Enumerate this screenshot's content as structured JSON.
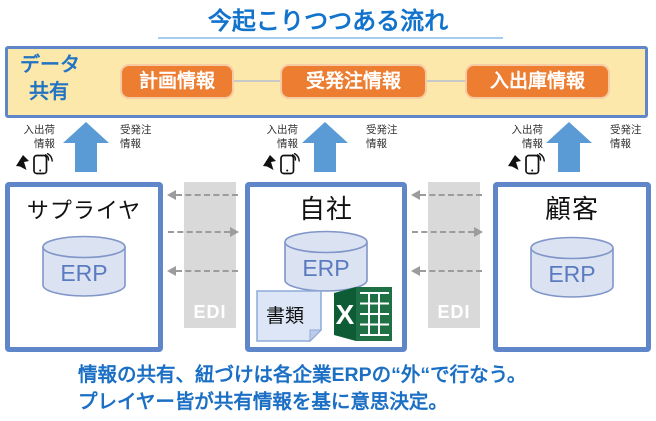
{
  "title": {
    "text": "今起こりつつある流れ"
  },
  "banner": {
    "label_line1": "データ",
    "label_line2": "共有",
    "pills": [
      {
        "label": "計画情報"
      },
      {
        "label": "受発注情報"
      },
      {
        "label": "入出庫情報"
      }
    ]
  },
  "flow_groups": [
    {
      "left_label": "入出荷\n情報",
      "right_label": "受発注\n情報"
    },
    {
      "left_label": "入出荷\n情報",
      "right_label": "受発注\n情報"
    },
    {
      "left_label": "入出荷\n情報",
      "right_label": "受発注\n情報"
    }
  ],
  "entities": [
    {
      "name": "サプライヤ",
      "system": "ERP"
    },
    {
      "name": "自社",
      "system": "ERP",
      "doc_label": "書類"
    },
    {
      "name": "顧客",
      "system": "ERP"
    }
  ],
  "edi_bands": [
    {
      "label": "EDI"
    },
    {
      "label": "EDI"
    }
  ],
  "icons": {
    "excel_letter": "X"
  },
  "footer": {
    "line1": "情報の共有、紐づけは各企業ERPの“外“で行なう。",
    "line2": "プレイヤー皆が共有情報を基に意思決定。"
  },
  "colors": {
    "title_blue": "#1273CC",
    "arrow_blue": "#5B9BD5",
    "banner_fill": "#FCE8AB",
    "banner_border": "#5E86C9",
    "pill_orange": "#ED7D31",
    "box_border": "#5E86C9",
    "edi_gray": "#D9D9D9",
    "cylinder_fill": "#DBE2F1",
    "cylinder_text": "#5B7BC0",
    "excel_green": "#1F7145"
  }
}
